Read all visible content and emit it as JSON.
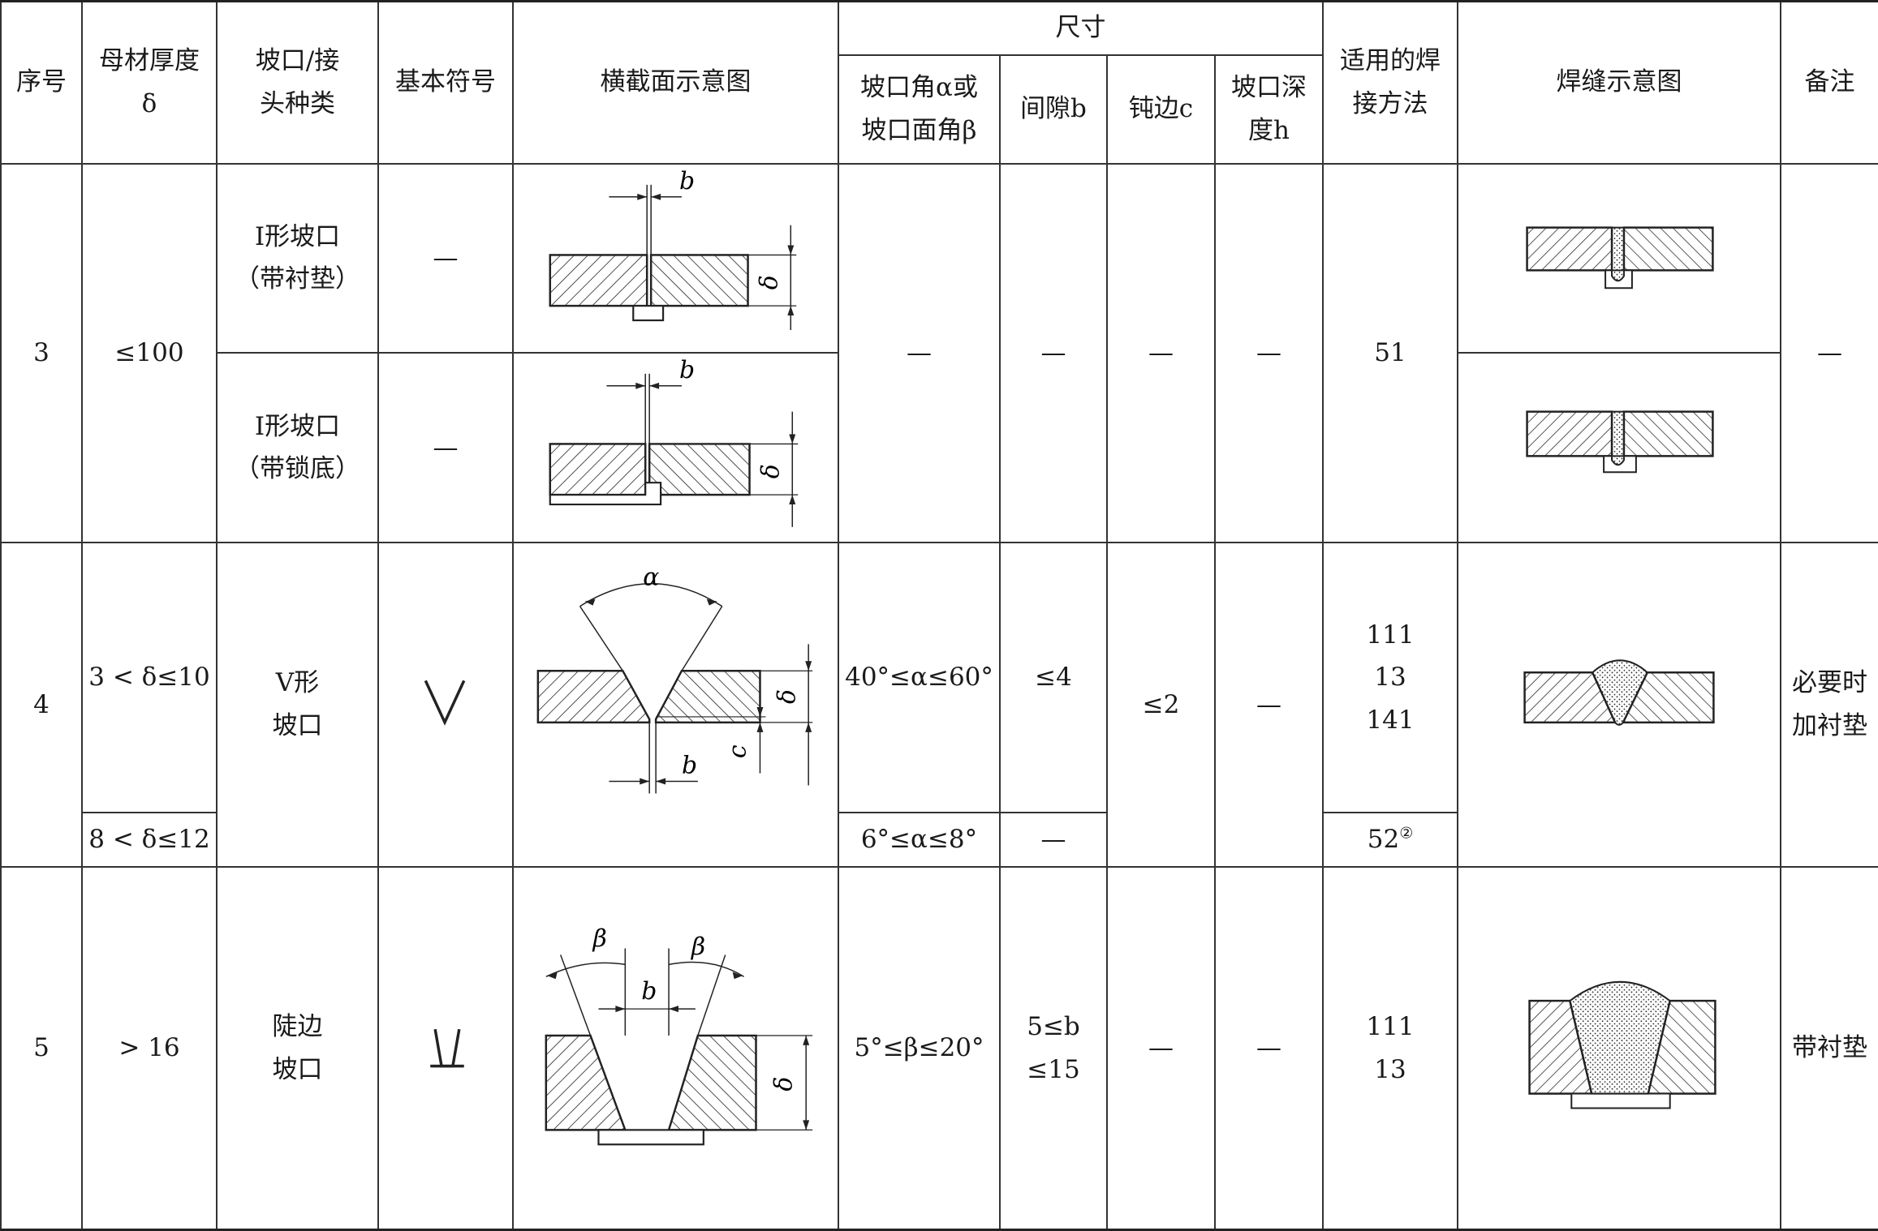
{
  "header": {
    "seq": "序号",
    "thickness": "母材厚度δ",
    "groove_type": "坡口/接头种类",
    "basic_symbol": "基本符号",
    "cross_section": "横截面示意图",
    "dimensions": "尺寸",
    "angle": "坡口角α或坡口面角β",
    "gap": "间隙b",
    "root_face": "钝边c",
    "depth": "坡口深度h",
    "methods": "适用的焊接方法",
    "weld_sketch": "焊缝示意图",
    "remark": "备注"
  },
  "fig_labels": {
    "b": "b",
    "delta": "δ",
    "alpha": "α",
    "c": "c",
    "beta": "β"
  },
  "rows": [
    {
      "seq": "3",
      "thickness": "≤100",
      "sub": [
        {
          "type_line1": "I形坡口",
          "type_line2": "（带衬垫）",
          "symbol": "—"
        },
        {
          "type_line1": "I形坡口",
          "type_line2": "（带锁底）",
          "symbol": "—"
        }
      ],
      "angle": "—",
      "gap": "—",
      "root_face": "—",
      "depth": "—",
      "method": "51",
      "remark": "—"
    },
    {
      "seq": "4",
      "thickness_a": "3 < δ≤10",
      "thickness_b": "8 < δ≤12",
      "type_line1": "V形",
      "type_line2": "坡口",
      "angle_a": "40°≤α≤60°",
      "angle_b": "6°≤α≤8°",
      "gap_a": "≤4",
      "gap_b": "—",
      "root_face": "≤2",
      "depth": "—",
      "methods_a": [
        "111",
        "13",
        "141"
      ],
      "method_b": "52",
      "method_b_note": "②",
      "remark_line1": "必要时",
      "remark_line2": "加衬垫"
    },
    {
      "seq": "5",
      "thickness": "> 16",
      "type_line1": "陡边",
      "type_line2": "坡口",
      "angle": "5°≤β≤20°",
      "gap_line1": "5≤b",
      "gap_line2": "≤15",
      "root_face": "—",
      "depth": "—",
      "methods": [
        "111",
        "13"
      ],
      "remark": "带衬垫"
    }
  ]
}
